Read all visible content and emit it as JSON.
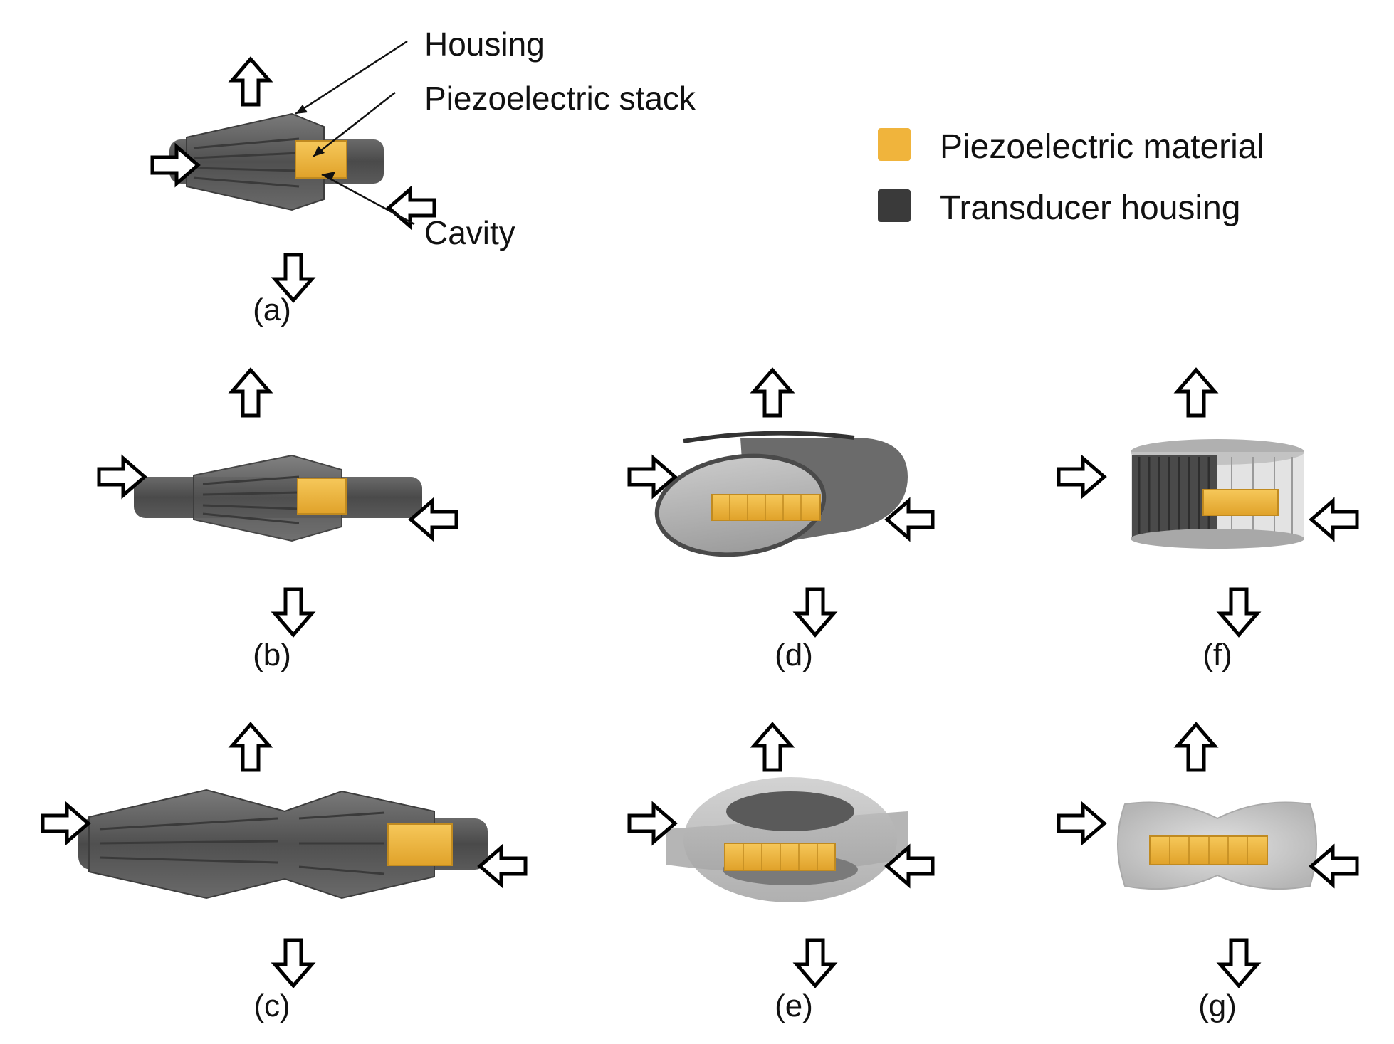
{
  "annotations": {
    "housing": "Housing",
    "stack": "Piezoelectric stack",
    "cavity": "Cavity"
  },
  "legend": [
    {
      "label": "Piezoelectric material",
      "color": "#f0b43c"
    },
    {
      "label": "Transducer housing",
      "color": "#3a3a3a"
    }
  ],
  "panels": {
    "a": "(a)",
    "b": "(b)",
    "c": "(c)",
    "d": "(d)",
    "e": "(e)",
    "f": "(f)",
    "g": "(g)"
  },
  "colors": {
    "piezo": "#f0b43c",
    "housing_dark": "#3a3a3a",
    "housing_mid": "#6b6b6b",
    "housing_light": "#9a9a9a",
    "translucent": "#b8b8b8"
  },
  "icons": [
    "hollow-arrow-up-icon",
    "hollow-arrow-down-icon",
    "hollow-arrow-left-icon",
    "hollow-arrow-right-icon"
  ]
}
